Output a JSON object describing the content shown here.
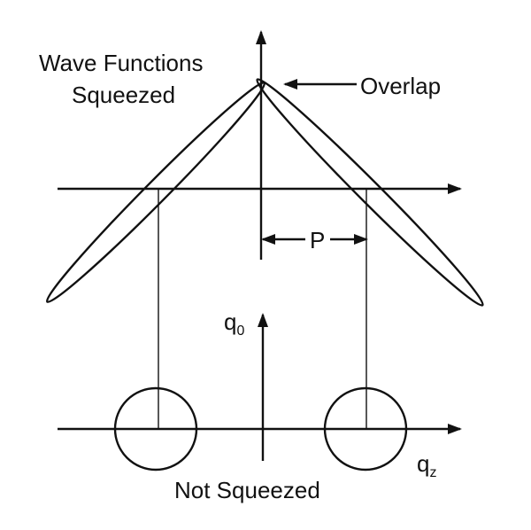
{
  "labels": {
    "title_line1": "Wave Functions",
    "title_line2": "Squeezed",
    "overlap": "Overlap",
    "p": "P",
    "q0_base": "q",
    "q0_sub": "0",
    "qz_base": "q",
    "qz_sub": "z",
    "bottom": "Not Squeezed"
  },
  "colors": {
    "stroke": "#111111",
    "background": "#ffffff"
  }
}
